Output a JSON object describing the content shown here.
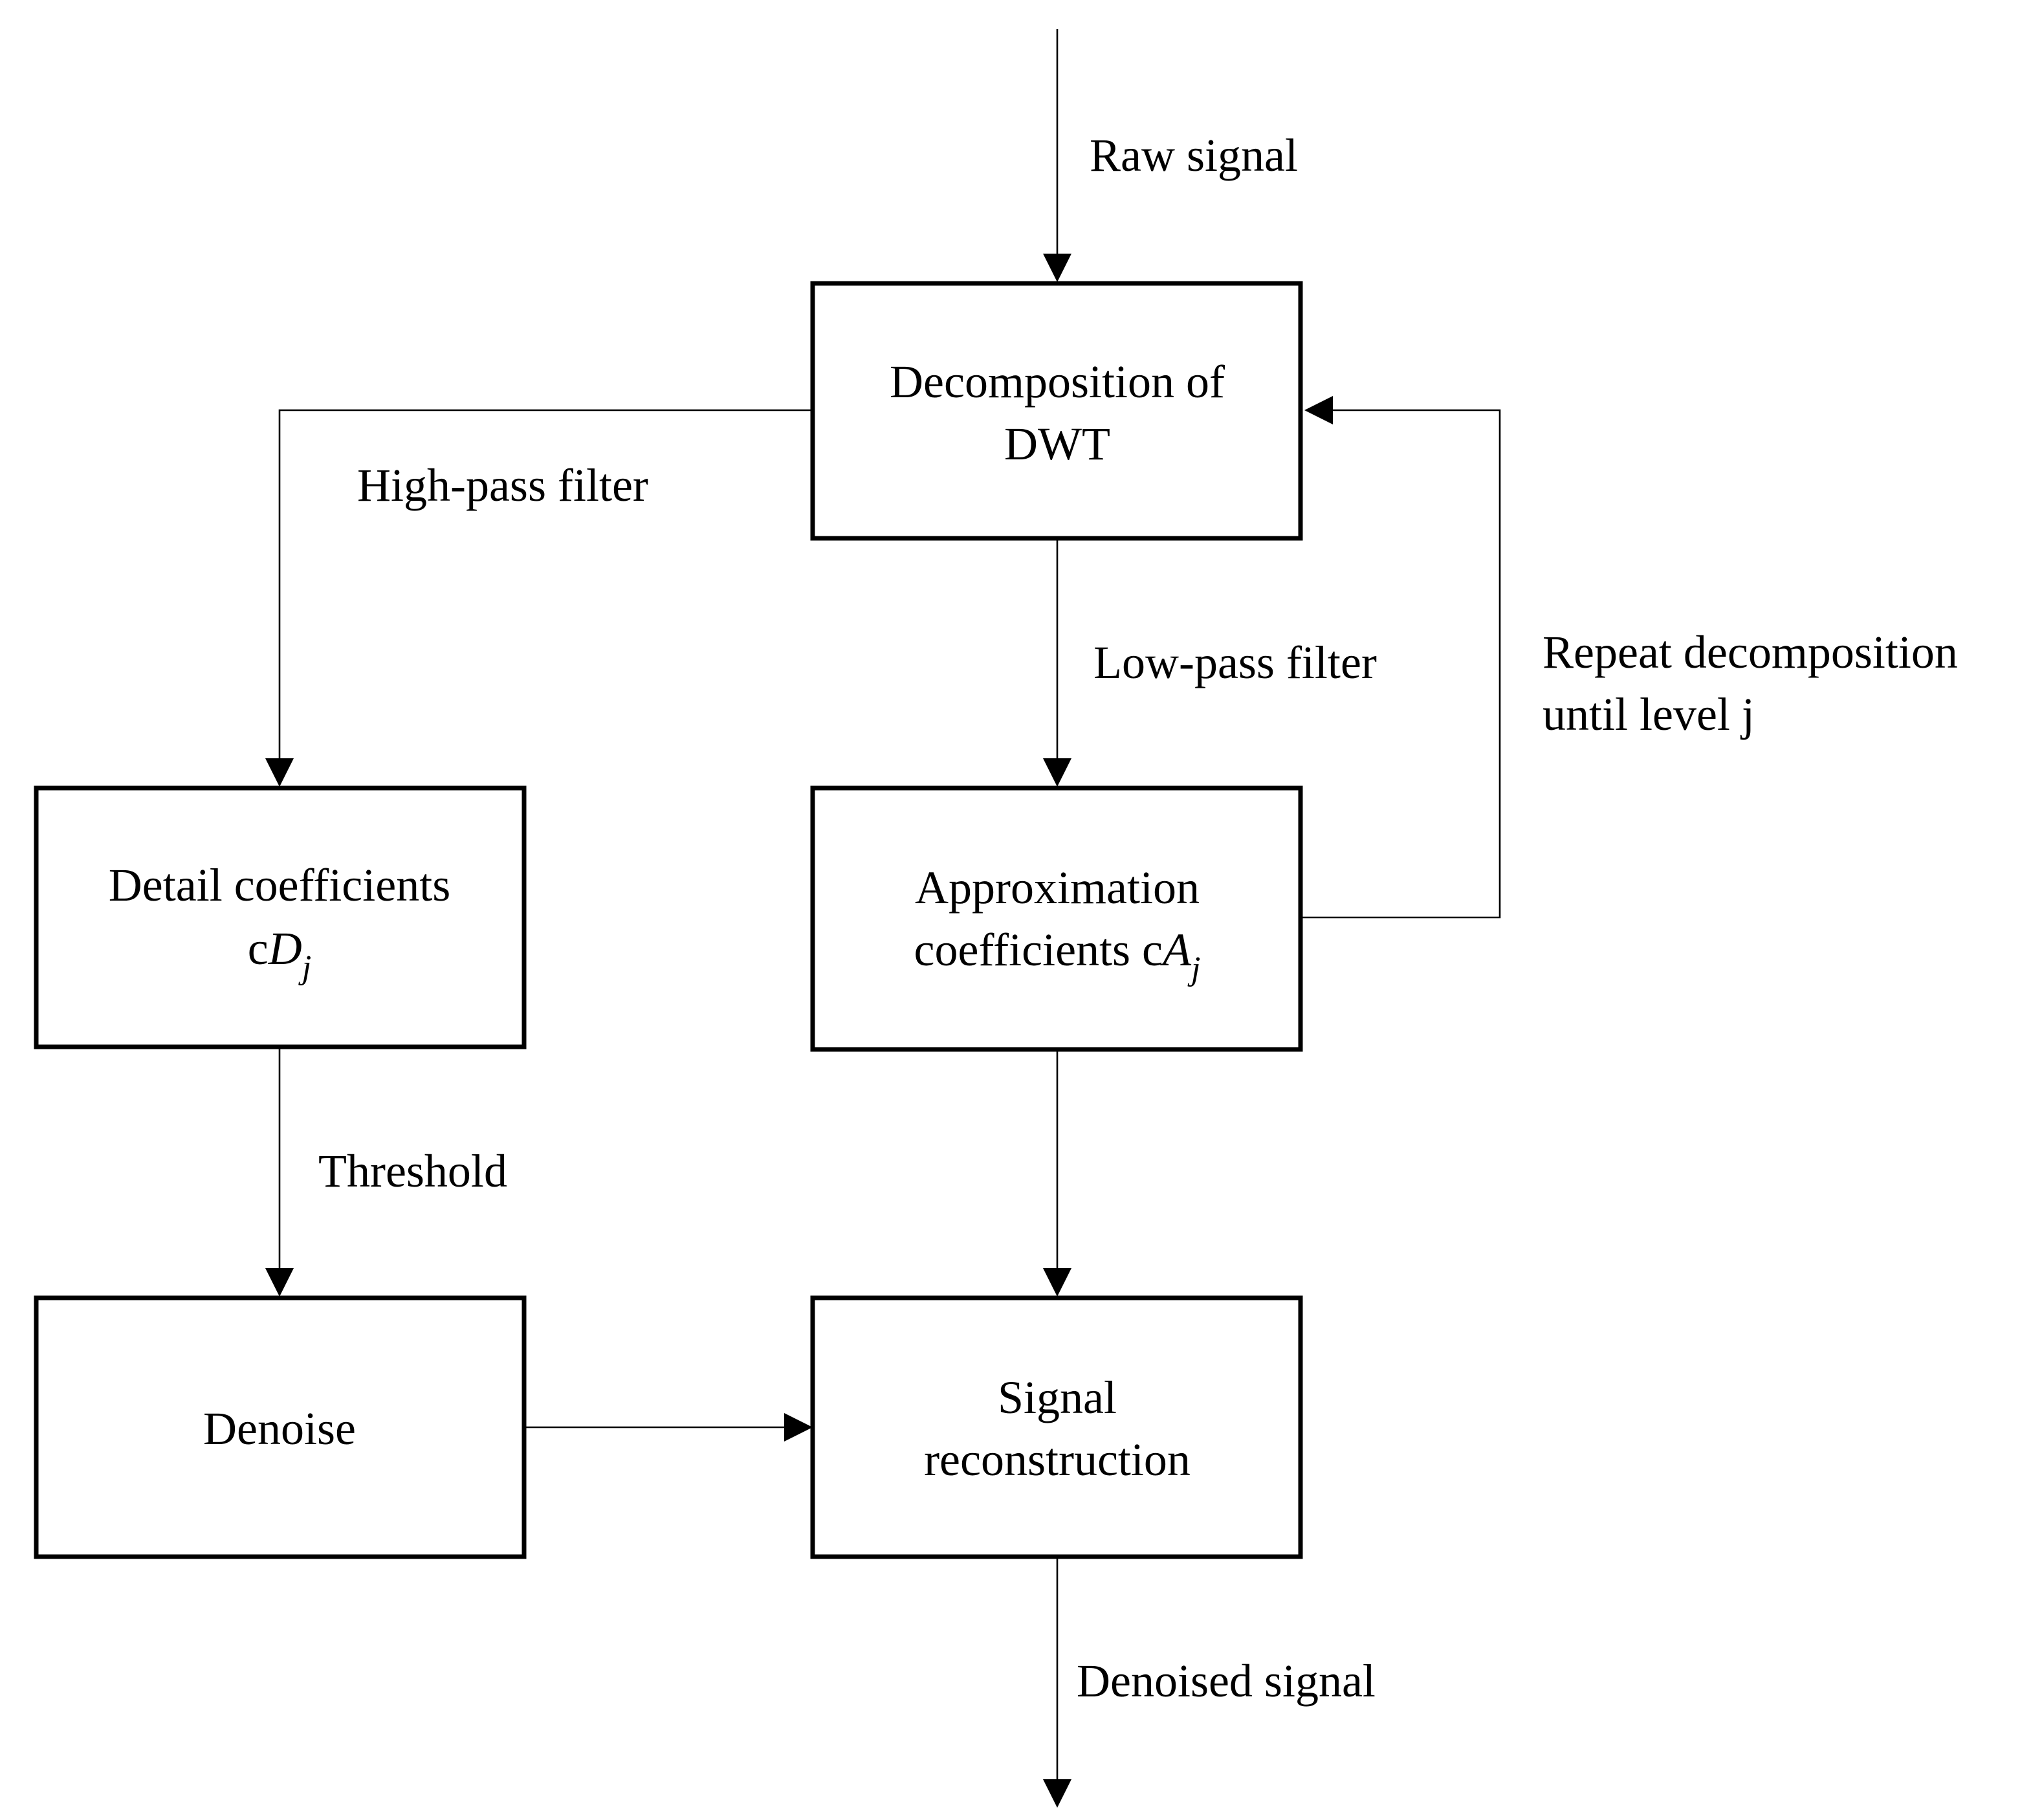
{
  "nodes": {
    "decomposition": {
      "line1": "Decomposition of",
      "line2": "DWT"
    },
    "detail": {
      "line1": "Detail coefficients",
      "prefix": "c",
      "symbol": "D",
      "subscript": "j"
    },
    "approximation": {
      "line1": "Approximation",
      "line2_text": "coefficients c",
      "symbol": "A",
      "subscript": "j"
    },
    "denoise": {
      "label": "Denoise"
    },
    "reconstruction": {
      "line1": "Signal",
      "line2": "reconstruction"
    }
  },
  "edges": {
    "raw_signal": "Raw signal",
    "high_pass": "High-pass filter",
    "low_pass": "Low-pass filter",
    "repeat_line1": "Repeat decomposition",
    "repeat_line2": "until level j",
    "threshold": "Threshold",
    "denoised_signal": "Denoised signal"
  }
}
